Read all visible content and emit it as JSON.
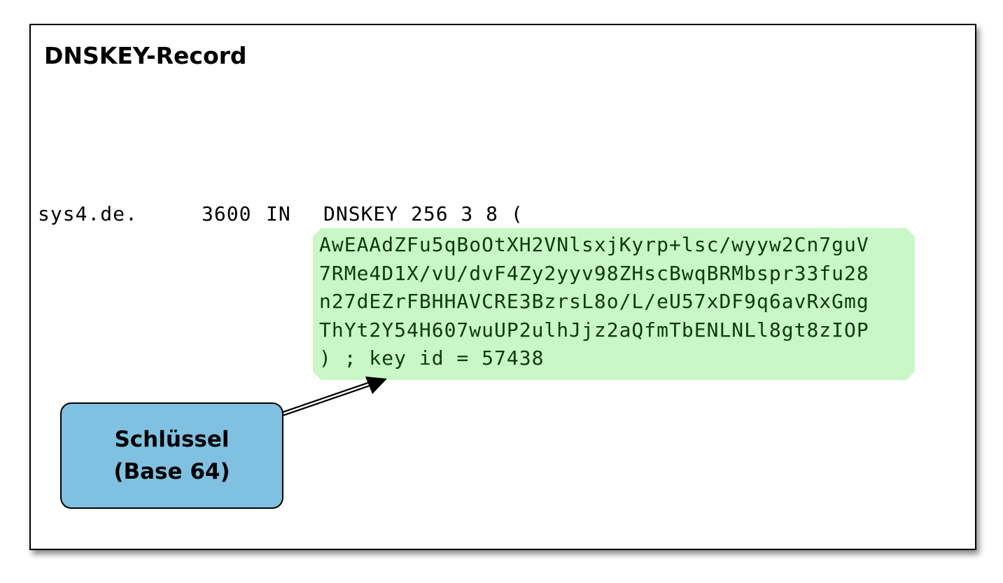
{
  "slide": {
    "title": "DNSKEY-Record"
  },
  "record": {
    "name": "sys4.de.",
    "ttl": "3600",
    "class": "IN",
    "head": "DNSKEY 256 3 8 (",
    "key_lines": [
      "AwEAAdZFu5qBoOtXH2VNlsxjKyrp+lsc/wyyw2Cn7guV",
      "7RMe4D1X/vU/dvF4Zy2yyv98ZHscBwqBRMbspr33fu28",
      "n27dEZrFBHHAVCRE3BzrsL8o/L/eU57xDF9q6avRxGmg",
      "ThYt2Y54H607wuUP2ulhJjz2aQfmTbENLNLl8gt8zIOP",
      ") ; key id = 57438"
    ]
  },
  "callout": {
    "line1": "Schlüssel",
    "line2": "(Base 64)"
  },
  "colors": {
    "highlight": "#c9f7c5",
    "highlight_text": "#0c3b0c",
    "callout_fill": "#80c1e1",
    "border": "#000000"
  }
}
